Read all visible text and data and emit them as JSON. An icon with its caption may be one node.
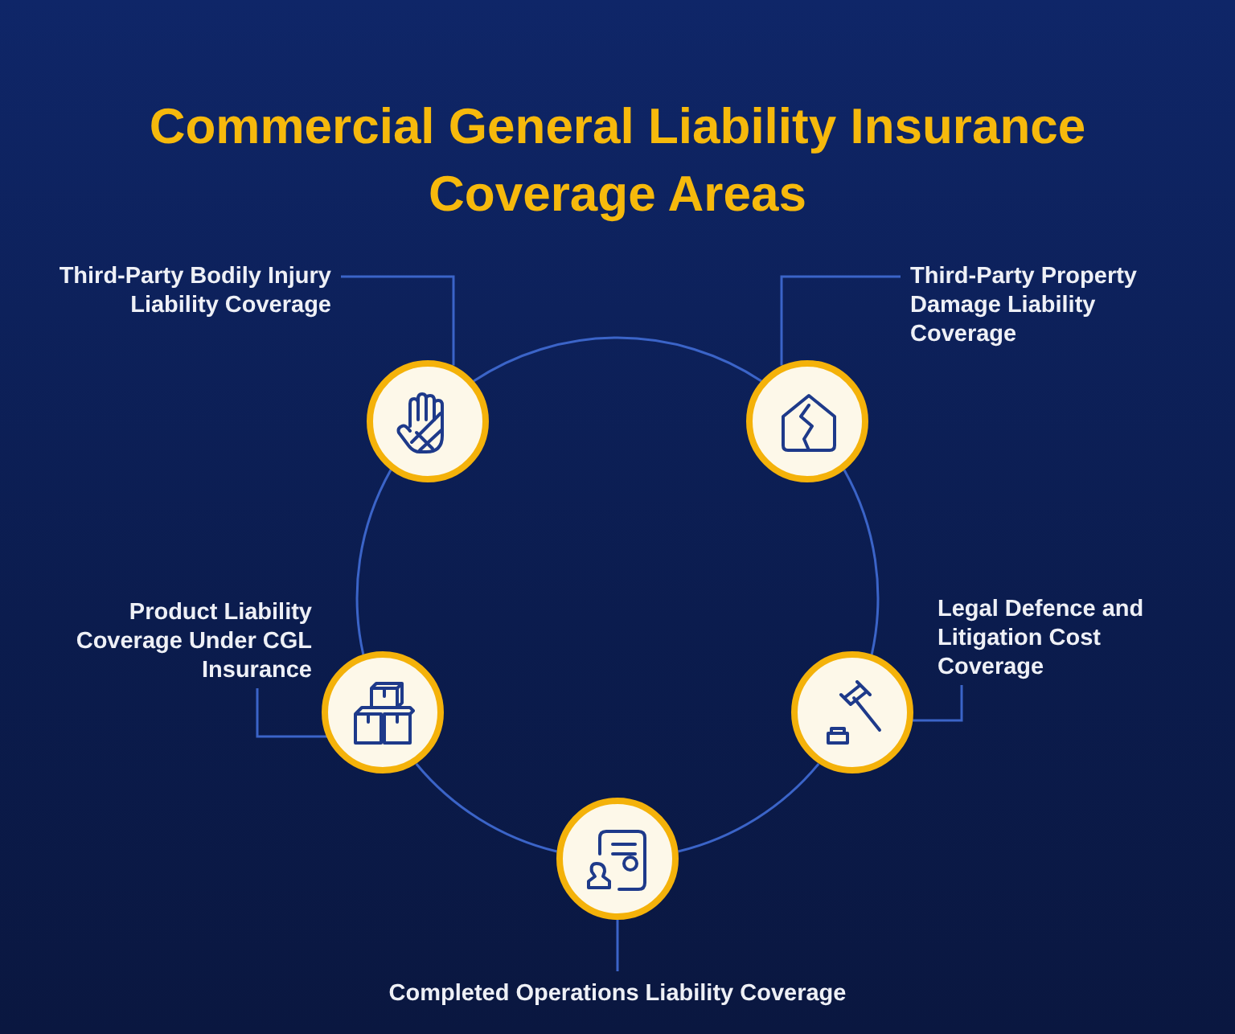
{
  "diagram": {
    "title": "Commercial General Liability Insurance Coverage Areas",
    "nodes": [
      {
        "text": [
          "Third-Party Bodily Injury Liability Coverage"
        ]
      },
      {
        "text": [
          "Third-Party Property Damage Liability Coverage"
        ]
      },
      {
        "text": [],
        "shape": "circle"
      },
      {
        "text": [],
        "shape": "circle"
      },
      {
        "text": [
          "Product Liability Coverage Under CGL Insurance"
        ]
      },
      {
        "text": [
          "Legal Defence and Litigation Cost Coverage"
        ]
      },
      {
        "text": [],
        "shape": "circle"
      },
      {
        "text": [],
        "shape": "circle"
      },
      {
        "text": [],
        "shape": "circle"
      },
      {
        "text": [
          "Completed Operations Liability Coverage"
        ]
      }
    ],
    "edges": [
      {
        "from": 0,
        "to": 2,
        "arrow": "none"
      },
      {
        "from": 1,
        "to": 3,
        "arrow": "none"
      },
      {
        "from": 4,
        "to": 6,
        "arrow": "none"
      },
      {
        "from": 5,
        "to": 7,
        "arrow": "none"
      },
      {
        "from": 9,
        "to": 8,
        "arrow": "none"
      },
      {
        "from": 2,
        "to": 3,
        "arrow": "none"
      },
      {
        "from": 3,
        "to": 7,
        "arrow": "none"
      },
      {
        "from": 7,
        "to": 8,
        "arrow": "none"
      },
      {
        "from": 8,
        "to": 6,
        "arrow": "none"
      },
      {
        "from": 6,
        "to": 2,
        "arrow": "none"
      }
    ]
  }
}
